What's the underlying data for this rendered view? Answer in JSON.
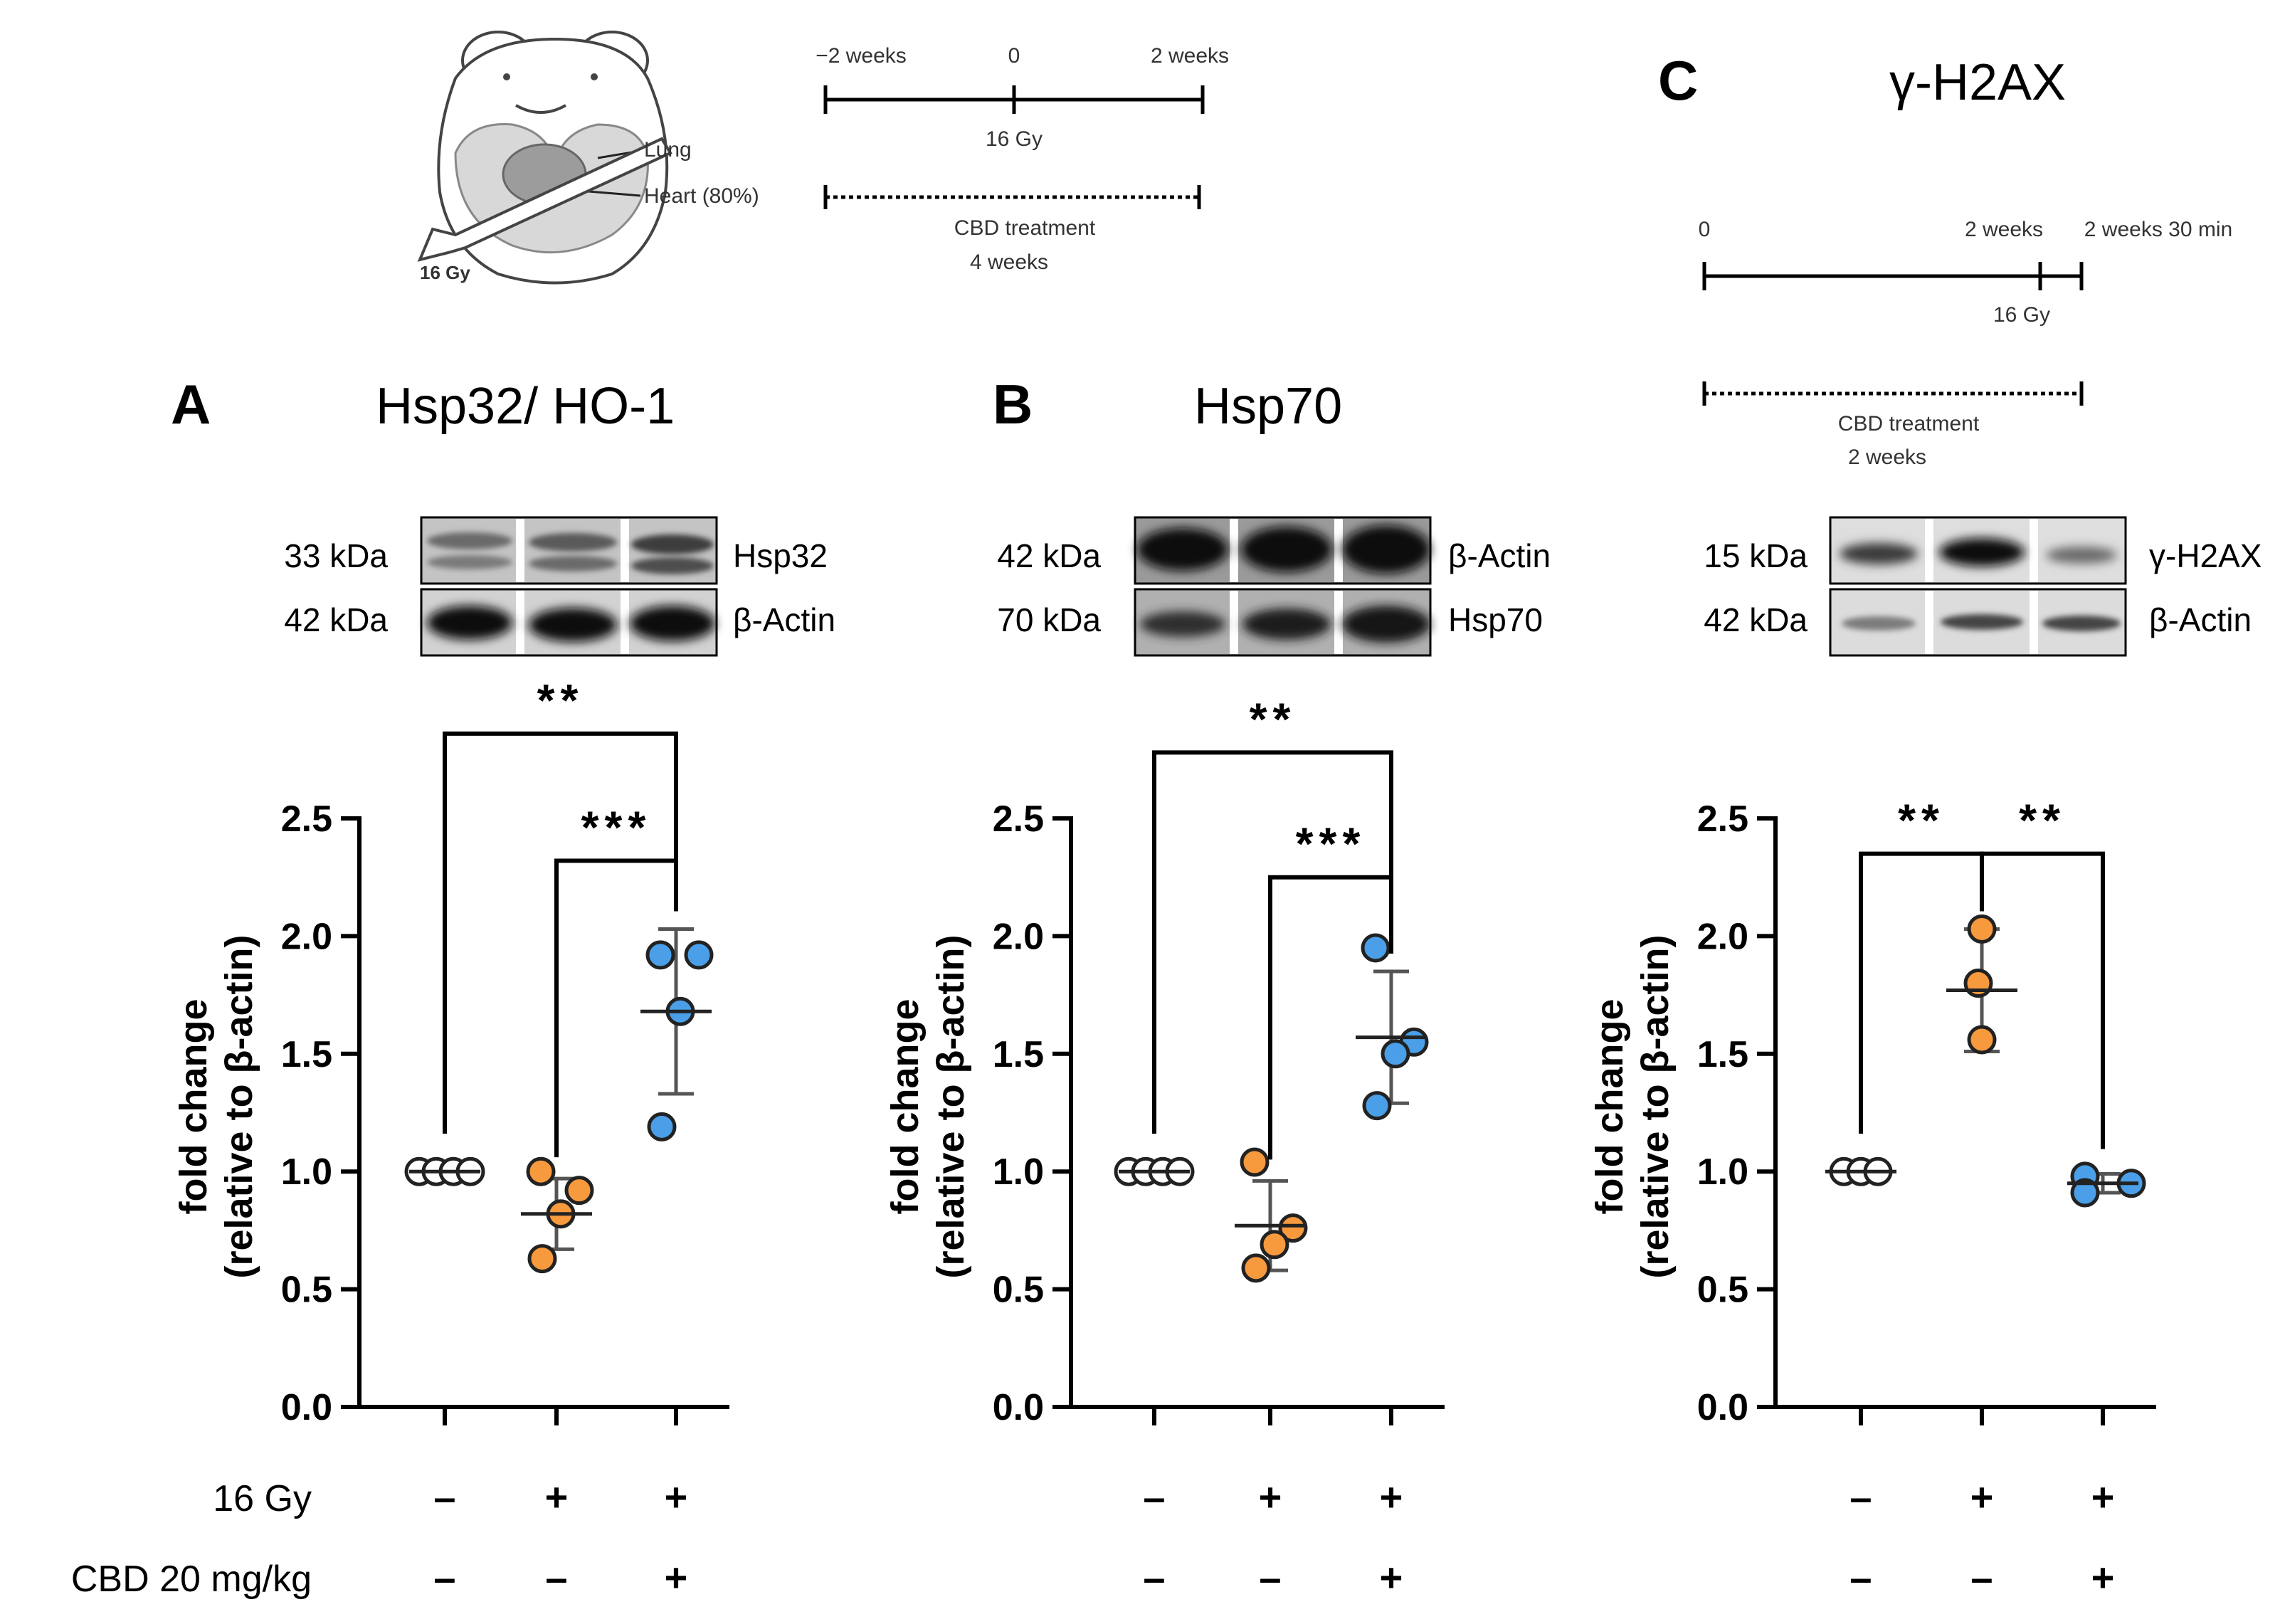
{
  "schematic": {
    "mouse": {
      "lung_label": "Lung",
      "heart_label": "Heart (80%)",
      "dose_label": "16 Gy"
    },
    "timeline_main": {
      "tick_labels": [
        "−2 weeks",
        "0",
        "2 weeks"
      ],
      "dose_label": "16 Gy",
      "treatment_line1": "CBD treatment",
      "treatment_line2": "4 weeks"
    },
    "timeline_c": {
      "tick_labels": [
        "0",
        "2 weeks",
        "2 weeks 30 min"
      ],
      "dose_label": "16 Gy",
      "treatment_line1": "CBD treatment",
      "treatment_line2": "2 weeks"
    }
  },
  "panels": [
    {
      "letter": "A",
      "title": "Hsp32/ HO-1",
      "blot_rows": [
        {
          "kda": "33 kDa",
          "protein": "Hsp32"
        },
        {
          "kda": "42 kDa",
          "protein": "β-Actin"
        }
      ]
    },
    {
      "letter": "B",
      "title": "Hsp70",
      "blot_rows": [
        {
          "kda": "42 kDa",
          "protein": "β-Actin"
        },
        {
          "kda": "70 kDa",
          "protein": "Hsp70"
        }
      ]
    },
    {
      "letter": "C",
      "title": "γ-H2AX",
      "blot_rows": [
        {
          "kda": "15 kDa",
          "protein": "γ-H2AX"
        },
        {
          "kda": "42 kDa",
          "protein": "β-Actin"
        }
      ]
    }
  ],
  "conditions": {
    "row_labels": [
      "16 Gy",
      "CBD 20 mg/kg"
    ],
    "rows": [
      [
        "–",
        "+",
        "+"
      ],
      [
        "–",
        "–",
        "+"
      ]
    ]
  },
  "colors": {
    "control": "#ffffff",
    "irradiated": "#f79a3e",
    "cbd": "#4a9fe8"
  },
  "chart_data": [
    {
      "type": "scatter",
      "ylabel": "fold change (relative to β-actin)",
      "yticks": [
        "0.0",
        "0.5",
        "1.0",
        "1.5",
        "2.0",
        "2.5"
      ],
      "ylim": [
        0,
        2.5
      ],
      "groups": [
        {
          "points": [
            1.0,
            1.0,
            1.0,
            1.0
          ],
          "mean": 1.0,
          "sd": 0
        },
        {
          "points": [
            1.0,
            0.92,
            0.82,
            0.63
          ],
          "mean": 0.82,
          "sd": 0.15
        },
        {
          "points": [
            1.92,
            1.92,
            1.68,
            1.19
          ],
          "mean": 1.68,
          "sd": 0.35
        }
      ],
      "significance": [
        {
          "from": 0,
          "to": 2,
          "label": "**",
          "y": 2.86
        },
        {
          "from": 1,
          "to": 2,
          "label": "***",
          "y": 2.32
        }
      ]
    },
    {
      "type": "scatter",
      "ylabel": "fold change (relative to β-actin)",
      "yticks": [
        "0.0",
        "0.5",
        "1.0",
        "1.5",
        "2.0",
        "2.5"
      ],
      "ylim": [
        0,
        2.5
      ],
      "groups": [
        {
          "points": [
            1.0,
            1.0,
            1.0,
            1.0
          ],
          "mean": 1.0,
          "sd": 0
        },
        {
          "points": [
            1.04,
            0.76,
            0.69,
            0.59
          ],
          "mean": 0.77,
          "sd": 0.19
        },
        {
          "points": [
            1.95,
            1.55,
            1.5,
            1.28
          ],
          "mean": 1.57,
          "sd": 0.28
        }
      ],
      "significance": [
        {
          "from": 0,
          "to": 2,
          "label": "**",
          "y": 2.78
        },
        {
          "from": 1,
          "to": 2,
          "label": "***",
          "y": 2.25
        }
      ]
    },
    {
      "type": "scatter",
      "ylabel": "fold change (relative to β-actin)",
      "yticks": [
        "0.0",
        "0.5",
        "1.0",
        "1.5",
        "2.0",
        "2.5"
      ],
      "ylim": [
        0,
        2.5
      ],
      "groups": [
        {
          "points": [
            1.0,
            1.0,
            1.0
          ],
          "mean": 1.0,
          "sd": 0
        },
        {
          "points": [
            2.03,
            1.8,
            1.56
          ],
          "mean": 1.77,
          "sd": 0.26
        },
        {
          "points": [
            0.98,
            0.95,
            0.91
          ],
          "mean": 0.95,
          "sd": 0.04
        }
      ],
      "significance": [
        {
          "from": 0,
          "to": 1,
          "label": "**",
          "y": 2.35
        },
        {
          "from": 1,
          "to": 2,
          "label": "**",
          "y": 2.35
        }
      ]
    }
  ]
}
